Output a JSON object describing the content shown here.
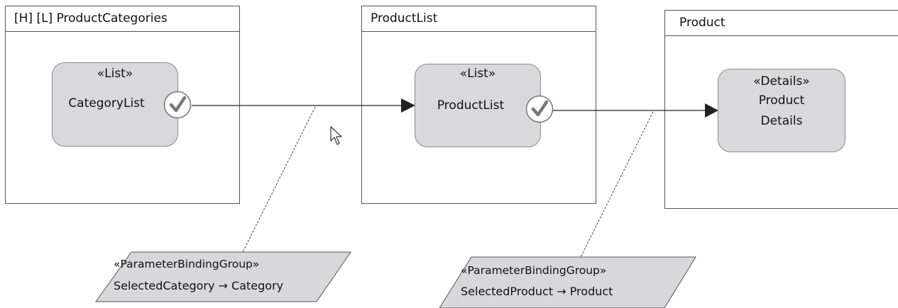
{
  "containers": {
    "product_categories": {
      "title": "[H] [L] ProductCategories"
    },
    "product_list": {
      "title": "ProductList"
    },
    "product": {
      "title": "Product"
    }
  },
  "components": {
    "category_list": {
      "stereotype": "«List»",
      "name": "CategoryList"
    },
    "product_list": {
      "stereotype": "«List»",
      "name": "ProductList"
    },
    "product_details": {
      "stereotype": "«Details»",
      "name_line1": "Product",
      "name_line2": "Details"
    }
  },
  "bindings": {
    "category": {
      "stereotype": "«ParameterBindingGroup»",
      "mapping": "SelectedCategory → Category"
    },
    "product": {
      "stereotype": "«ParameterBindingGroup»",
      "mapping": "SelectedProduct → Product"
    }
  },
  "icons": {
    "check": "check-icon",
    "cursor": "mouse-pointer-icon"
  },
  "colors": {
    "component_fill": "#d9d9db",
    "binding_fill": "#d8d8da",
    "line": "#222222"
  }
}
